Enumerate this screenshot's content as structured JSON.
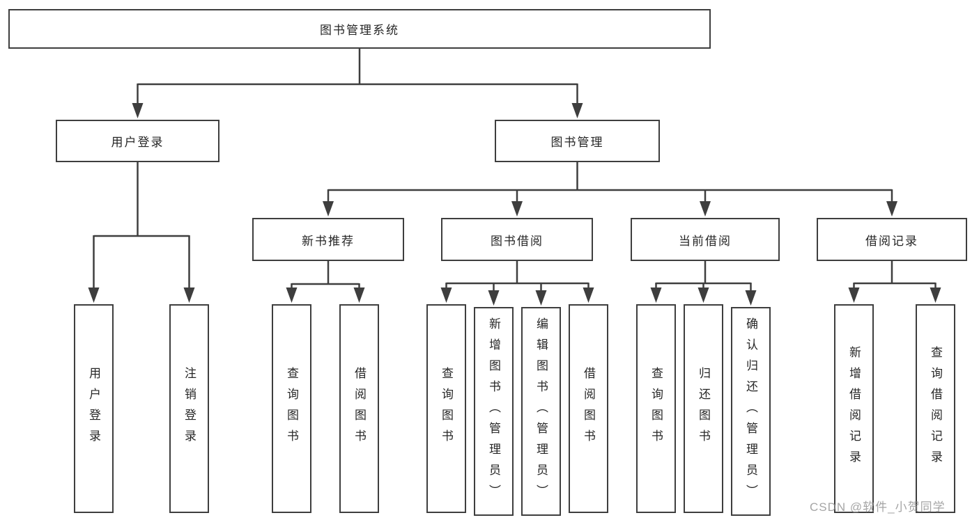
{
  "tree": {
    "label": "图书管理系统",
    "children": [
      {
        "label": "用户登录",
        "children": [
          {
            "label": "用户登录"
          },
          {
            "label": "注销登录"
          }
        ]
      },
      {
        "label": "图书管理",
        "children": [
          {
            "label": "新书推荐",
            "children": [
              {
                "label": "查询图书"
              },
              {
                "label": "借阅图书"
              }
            ]
          },
          {
            "label": "图书借阅",
            "children": [
              {
                "label": "查询图书"
              },
              {
                "label": "新增图书（管理员）"
              },
              {
                "label": "编辑图书（管理员）"
              },
              {
                "label": "借阅图书"
              }
            ]
          },
          {
            "label": "当前借阅",
            "children": [
              {
                "label": "查询图书"
              },
              {
                "label": "归还图书"
              },
              {
                "label": "确认归还（管理员）"
              }
            ]
          },
          {
            "label": "借阅记录",
            "children": [
              {
                "label": "新增借阅记录"
              },
              {
                "label": "查询借阅记录"
              }
            ]
          }
        ]
      }
    ]
  },
  "watermark": {
    "text": "CSDN @软件_小贺同学"
  },
  "colors": {
    "line": "#3e3e3e",
    "box_border": "#3e3e3e",
    "text": "#262626",
    "background": "#ffffff",
    "watermark": "#919191"
  }
}
